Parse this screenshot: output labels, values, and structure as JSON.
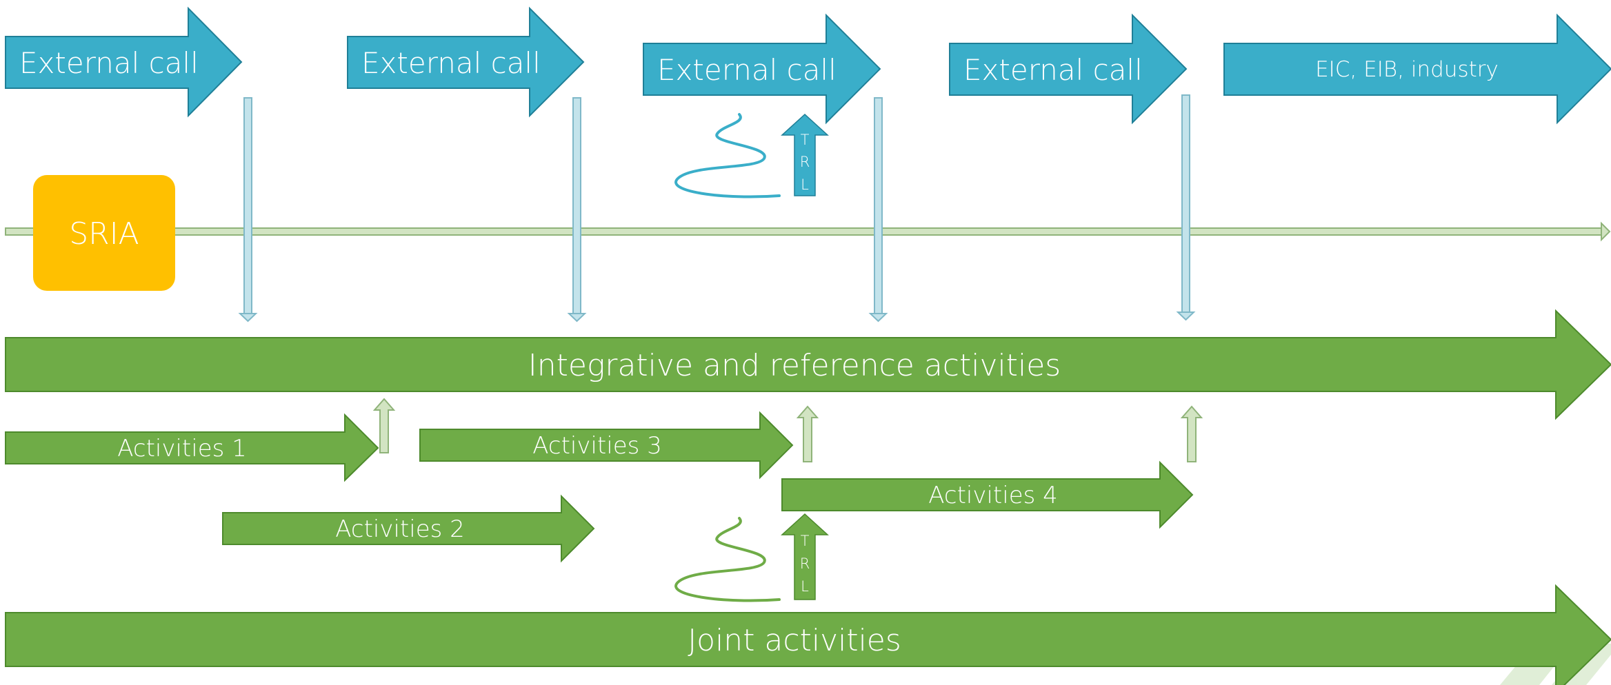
{
  "diagram": {
    "external_calls": [
      "External call",
      "External call",
      "External call",
      "External call"
    ],
    "funding_sources": "EIC, EIB, industry",
    "sria": "SRIA",
    "integrative": "Integrative and reference activities",
    "activities": [
      "Activities 1",
      "Activities 2",
      "Activities 3",
      "Activities 4"
    ],
    "joint": "Joint activities",
    "trl_letters": [
      "T",
      "R",
      "L"
    ]
  },
  "colors": {
    "blue": "#3aaec9",
    "blue_stroke": "#1f7f97",
    "light_blue": "#c3e3eb",
    "light_blue_stroke": "#7fb8c8",
    "green": "#6fac47",
    "green_stroke": "#4d8a2c",
    "light_green": "#d2e4c2",
    "light_green_stroke": "#8fb379",
    "orange": "#ffc000"
  }
}
